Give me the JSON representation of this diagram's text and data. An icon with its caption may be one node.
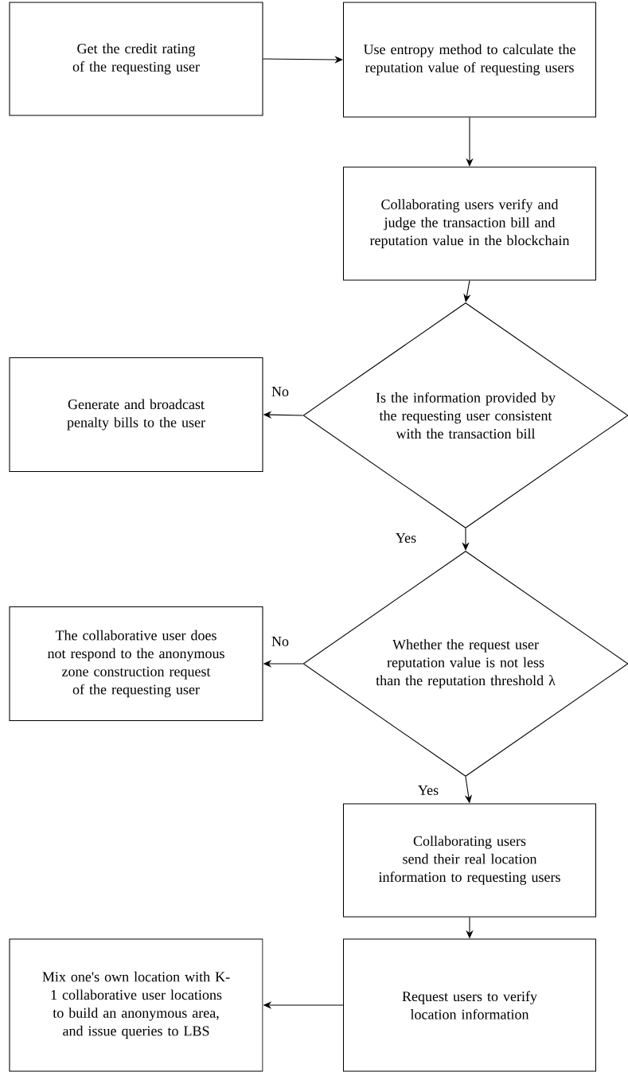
{
  "diagram": {
    "nodes": [
      {
        "text": [
          "Get the credit rating of the requesting user"
        ]
      },
      {
        "text": [
          "Use entropy method to calculate the reputation value of requesting users"
        ]
      },
      {
        "text": [
          "Collaborating users verify and judge the transaction bill and reputation value in the blockchain"
        ]
      },
      {
        "text": [
          "Is the information provided by the requesting user consistent with the transaction bill"
        ]
      },
      {
        "text": [
          "Generate and broadcast penalty bills to the user"
        ]
      },
      {
        "text": [
          "Whether the request user reputation value is not less than the reputation threshold λ"
        ]
      },
      {
        "text": [
          "The collaborative user does not respond to the anonymous zone construction request of the requesting user"
        ]
      },
      {
        "text": [
          "Collaborating users send their real location information to requesting users"
        ]
      },
      {
        "text": [
          "Request users to verify location information"
        ]
      },
      {
        "text": [
          "Mix one's own location with K-1 collaborative user locations to build an anonymous area, and issue queries to LBS"
        ]
      }
    ],
    "edges": [
      {
        "from": 0,
        "to": 1,
        "arrow": "to"
      },
      {
        "from": 1,
        "to": 2,
        "arrow": "to"
      },
      {
        "from": 2,
        "to": 3,
        "arrow": "to"
      },
      {
        "from": 3,
        "to": 4,
        "arrow": "to",
        "label": "No"
      },
      {
        "from": 3,
        "to": 5,
        "arrow": "to",
        "label": "Yes"
      },
      {
        "from": 5,
        "to": 6,
        "arrow": "to",
        "label": "No"
      },
      {
        "from": 5,
        "to": 7,
        "arrow": "to",
        "label": "Yes"
      },
      {
        "from": 7,
        "to": 8,
        "arrow": "to"
      },
      {
        "from": 8,
        "to": 9,
        "arrow": "to"
      }
    ]
  }
}
